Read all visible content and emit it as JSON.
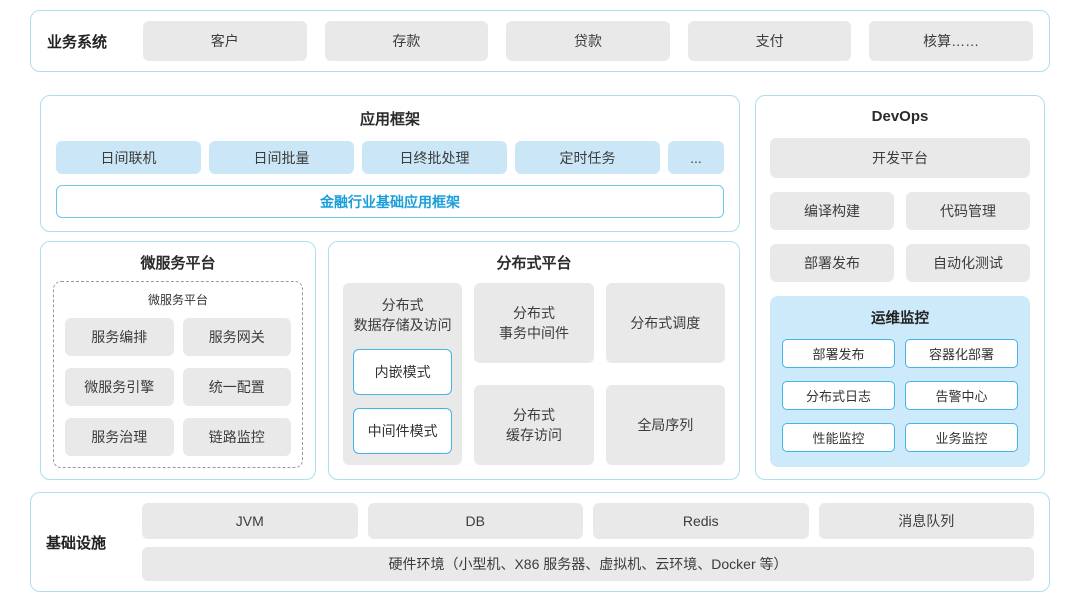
{
  "colors": {
    "panel_border": "#aedff0",
    "gray_box": "#e9e9e9",
    "light_blue_box": "#cbe7f7",
    "monitor_bg": "#cdeafa",
    "accent_blue": "#1a9ed9",
    "white_box_border": "#45b5e8"
  },
  "business": {
    "label": "业务系统",
    "items": [
      "客户",
      "存款",
      "贷款",
      "支付",
      "核算……"
    ]
  },
  "app_framework": {
    "title": "应用框架",
    "items": [
      "日间联机",
      "日间批量",
      "日终批处理",
      "定时任务",
      "..."
    ],
    "base": "金融行业基础应用框架"
  },
  "devops": {
    "title": "DevOps",
    "platform": "开发平台",
    "items": [
      "编译构建",
      "代码管理",
      "部署发布",
      "自动化测试"
    ],
    "monitoring": {
      "title": "运维监控",
      "items": [
        "部署发布",
        "容器化部署",
        "分布式日志",
        "告警中心",
        "性能监控",
        "业务监控"
      ]
    }
  },
  "microservice": {
    "title": "微服务平台",
    "inner_title": "微服务平台",
    "items": [
      "服务编排",
      "服务网关",
      "微服务引擎",
      "统一配置",
      "服务治理",
      "链路监控"
    ]
  },
  "distributed": {
    "title": "分布式平台",
    "storage": {
      "title": "分布式\n数据存储及访问",
      "items": [
        "内嵌模式",
        "中间件模式"
      ]
    },
    "col2": [
      "分布式\n事务中间件",
      "分布式\n缓存访问"
    ],
    "col3": [
      "分布式调度",
      "全局序列"
    ]
  },
  "infrastructure": {
    "label": "基础设施",
    "items": [
      "JVM",
      "DB",
      "Redis",
      "消息队列"
    ],
    "hardware": "硬件环境（小型机、X86 服务器、虚拟机、云环境、Docker 等）"
  }
}
